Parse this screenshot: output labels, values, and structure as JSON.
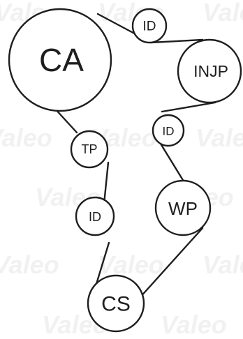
{
  "watermark": {
    "text": "Valeo"
  },
  "pulleys": [
    {
      "id": "ca",
      "label": "CA"
    },
    {
      "id": "id1",
      "label": "ID"
    },
    {
      "id": "injp",
      "label": "INJP"
    },
    {
      "id": "id2",
      "label": "ID"
    },
    {
      "id": "tp",
      "label": "TP"
    },
    {
      "id": "wp",
      "label": "WP"
    },
    {
      "id": "id3",
      "label": "ID"
    },
    {
      "id": "cs",
      "label": "CS"
    }
  ],
  "colors": {
    "stroke": "#1e1e1e",
    "watermark": "#f1f1f1",
    "background": "#ffffff"
  }
}
